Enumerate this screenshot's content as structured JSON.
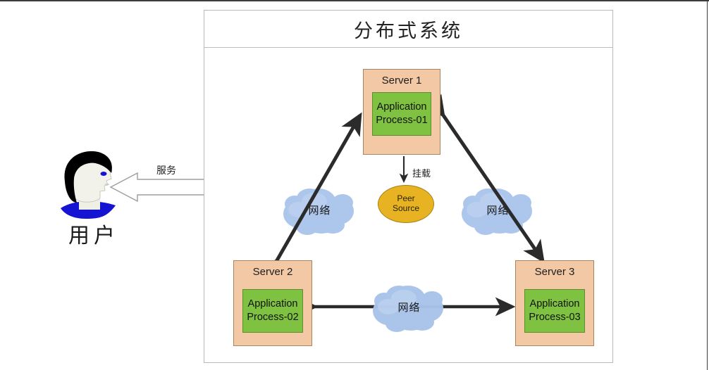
{
  "diagram": {
    "title": "分布式系统",
    "servers": [
      {
        "id": "server1",
        "title": "Server 1",
        "process_line1": "Application",
        "process_line2": "Process-01"
      },
      {
        "id": "server2",
        "title": "Server 2",
        "process_line1": "Application",
        "process_line2": "Process-02"
      },
      {
        "id": "server3",
        "title": "Server 3",
        "process_line1": "Application",
        "process_line2": "Process-03"
      }
    ],
    "peer_source": {
      "line1": "Peer",
      "line2": "Source"
    },
    "mount_label": "挂载",
    "clouds": [
      {
        "id": "cloud-left",
        "label": "网络"
      },
      {
        "id": "cloud-right",
        "label": "网络"
      },
      {
        "id": "cloud-bottom",
        "label": "网络"
      }
    ],
    "actor": {
      "label": "用户"
    },
    "service_label": "服务",
    "colors": {
      "server_fill": "#f2c9a4",
      "server_border": "#a98460",
      "process_fill": "#7fc241",
      "process_border": "#5e8f2d",
      "peer_fill": "#e8b323",
      "peer_border": "#a87f12",
      "cloud_fill": "#a9c4ea",
      "arrow": "#2b2b2b",
      "frame_border": "#b9b9b9",
      "hair": "#000000",
      "collar": "#1414d2",
      "face": "#f2f2ea"
    }
  }
}
